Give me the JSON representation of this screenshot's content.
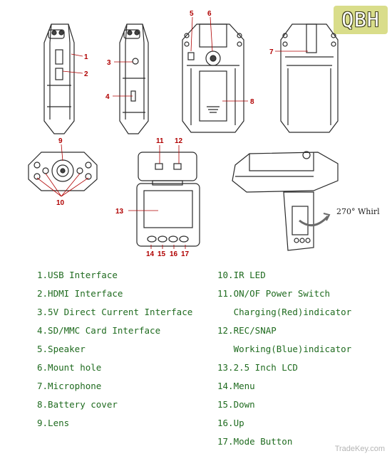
{
  "logo": {
    "text": "QBH"
  },
  "callouts": [
    "1",
    "2",
    "3",
    "4",
    "5",
    "6",
    "7",
    "8",
    "9",
    "10",
    "11",
    "12",
    "13",
    "14",
    "15",
    "16",
    "17"
  ],
  "rotation_label": "270° Whirl",
  "legend": {
    "left": [
      "1.USB Interface",
      "2.HDMI Interface",
      "3.5V Direct Current Interface",
      "4.SD/MMC Card Interface",
      "5.Speaker",
      "6.Mount hole",
      "7.Microphone",
      "8.Battery cover",
      "9.Lens"
    ],
    "right": [
      "10.IR LED",
      "11.ON/OF Power Switch",
      "   Charging(Red)indicator",
      "12.REC/SNAP",
      "   Working(Blue)indicator",
      "13.2.5 Inch LCD",
      "14.Menu",
      "15.Down",
      "16.Up",
      "17.Mode Button"
    ]
  },
  "watermark": "TradeKey.com"
}
